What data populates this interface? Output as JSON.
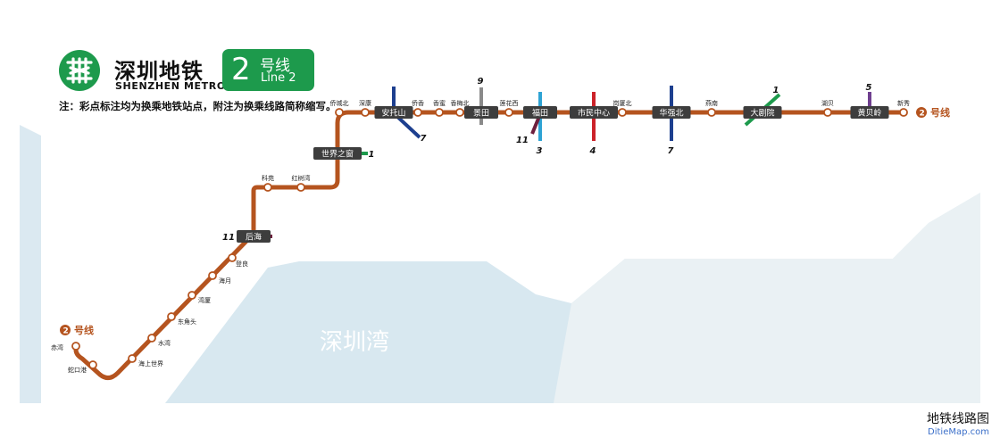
{
  "header": {
    "brand_cn": "深圳地铁",
    "brand_en": "SHENZHEN METRO",
    "line_number": "2",
    "line_name_cn": "号线",
    "line_name_en": "Line 2"
  },
  "note": "注：彩点标注均为换乘地铁站点，附注为换乘线路简称缩写。",
  "bay_label": "深圳湾",
  "terminal_labels": {
    "west": {
      "badge": "2",
      "text": "号线"
    },
    "east": {
      "badge": "2",
      "text": "号线"
    }
  },
  "watermark": {
    "cn": "地铁线路图",
    "en": "DitieMap.com"
  },
  "colors": {
    "line2": "#b5541f",
    "line1": "#1d9a4c",
    "line3": "#2ea3d4",
    "line4": "#cc2229",
    "line5": "#6f3f8f",
    "line7": "#1d3f8f",
    "line9": "#8a8a8a",
    "line11": "#6d1f3d",
    "water": "#d8e8f0",
    "logo_green": "#1d9a4c"
  },
  "stations": [
    {
      "name": "赤湾",
      "transfer": false
    },
    {
      "name": "蛇口港",
      "transfer": false
    },
    {
      "name": "海上世界",
      "transfer": false
    },
    {
      "name": "水湾",
      "transfer": false
    },
    {
      "name": "东角头",
      "transfer": false
    },
    {
      "name": "湾厦",
      "transfer": false
    },
    {
      "name": "海月",
      "transfer": false
    },
    {
      "name": "登良",
      "transfer": false
    },
    {
      "name": "后海",
      "transfer": true,
      "lines": [
        "11"
      ]
    },
    {
      "name": "科苑",
      "transfer": false
    },
    {
      "name": "红树湾",
      "transfer": false
    },
    {
      "name": "世界之窗",
      "transfer": true,
      "lines": [
        "1"
      ]
    },
    {
      "name": "侨城北",
      "transfer": false
    },
    {
      "name": "深康",
      "transfer": false
    },
    {
      "name": "安托山",
      "transfer": true,
      "lines": [
        "7"
      ]
    },
    {
      "name": "侨香",
      "transfer": false
    },
    {
      "name": "香蜜",
      "transfer": false
    },
    {
      "name": "香梅北",
      "transfer": false
    },
    {
      "name": "景田",
      "transfer": true,
      "lines": [
        "9"
      ]
    },
    {
      "name": "莲花西",
      "transfer": false
    },
    {
      "name": "福田",
      "transfer": true,
      "lines": [
        "3",
        "11"
      ]
    },
    {
      "name": "市民中心",
      "transfer": true,
      "lines": [
        "4"
      ]
    },
    {
      "name": "岗厦北",
      "transfer": false
    },
    {
      "name": "华强北",
      "transfer": true,
      "lines": [
        "7"
      ]
    },
    {
      "name": "燕南",
      "transfer": false
    },
    {
      "name": "大剧院",
      "transfer": true,
      "lines": [
        "1"
      ]
    },
    {
      "name": "湖贝",
      "transfer": false
    },
    {
      "name": "黄贝岭",
      "transfer": true,
      "lines": [
        "5"
      ]
    },
    {
      "name": "新秀",
      "transfer": false
    }
  ],
  "transfer_line_labels": [
    "7",
    "9",
    "11",
    "3",
    "4",
    "7",
    "1",
    "5",
    "1",
    "11"
  ]
}
